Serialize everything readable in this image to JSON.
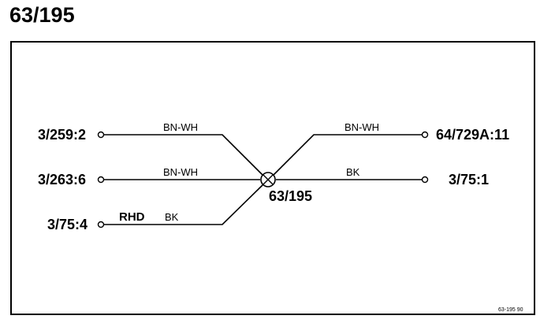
{
  "title": "63/195",
  "splice": {
    "label": "63/195"
  },
  "left": [
    {
      "connector": "3/259:2",
      "wire": "BN-WH"
    },
    {
      "connector": "3/263:6",
      "wire": "BN-WH"
    },
    {
      "connector": "3/75:4",
      "wire": "BK",
      "tag": "RHD"
    }
  ],
  "right": [
    {
      "connector": "64/729A:11",
      "wire": "BN-WH"
    },
    {
      "connector": "3/75:1",
      "wire": "BK"
    }
  ],
  "footer_ref": "63-195 90"
}
